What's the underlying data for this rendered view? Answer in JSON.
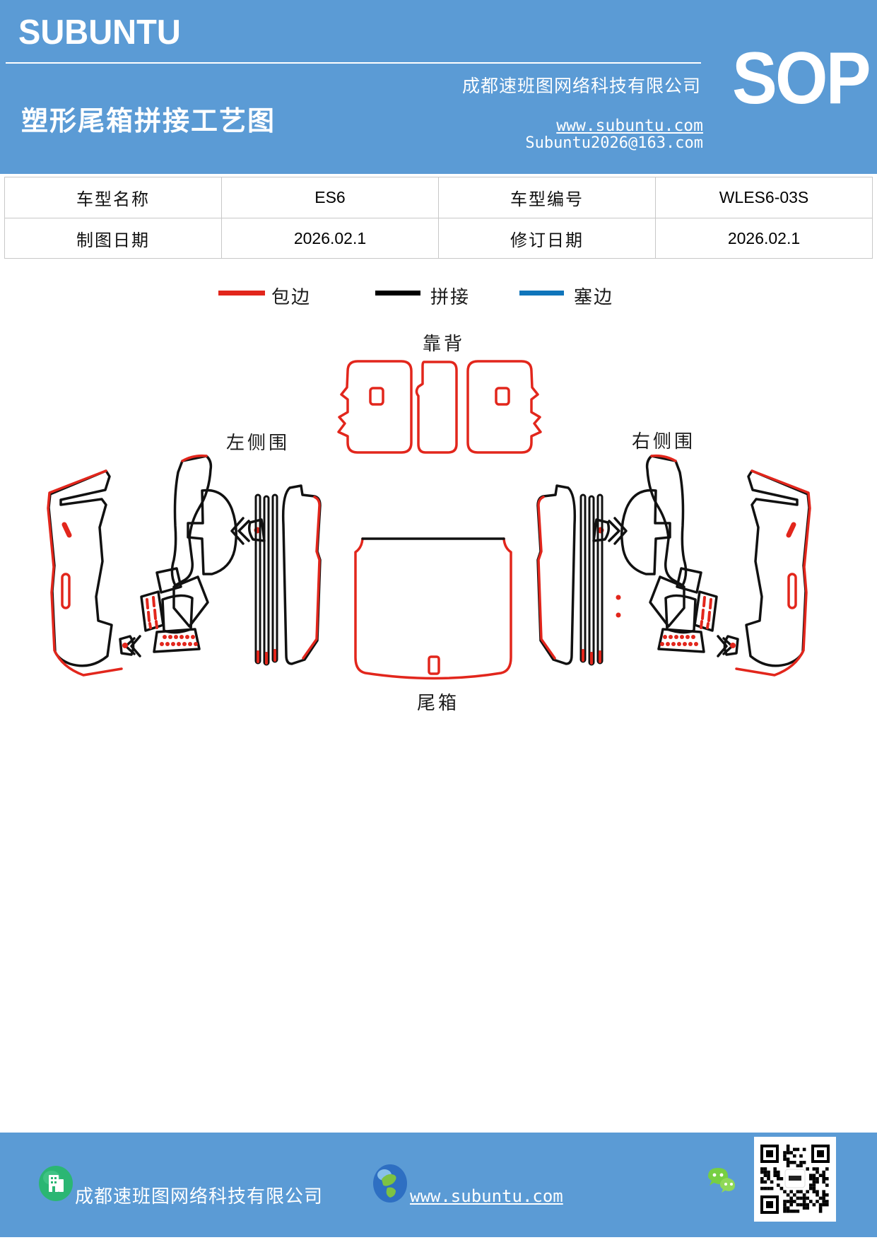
{
  "header": {
    "logo": "SUBUNTU",
    "title": "塑形尾箱拼接工艺图",
    "company": "成都速班图网络科技有限公司",
    "website": "www.subuntu.com",
    "email": "Subuntu2026@163.com",
    "doc_type": "SOP",
    "bg_color": "#5B9BD5"
  },
  "info_table": {
    "model_name_label": "车型名称",
    "model_name_value": "ES6",
    "model_code_label": "车型编号",
    "model_code_value": "WLES6-03S",
    "draw_date_label": "制图日期",
    "draw_date_value": "2026.02.1",
    "revise_date_label": "修订日期",
    "revise_date_value": "2026.02.1"
  },
  "legend": {
    "items": [
      {
        "label": "包边",
        "color": "#E2261C"
      },
      {
        "label": "拼接",
        "color": "#000000"
      },
      {
        "label": "塞边",
        "color": "#0F75BB"
      }
    ]
  },
  "diagram": {
    "labels": {
      "backrest": "靠背",
      "left_side": "左侧围",
      "right_side": "右侧围",
      "trunk": "尾箱"
    },
    "line_colors": {
      "wrap_edge_red": "#E2261C",
      "splice_black": "#1a1a1a",
      "plug_edge_blue": "#0F75BB"
    }
  },
  "footer": {
    "company": "成都速班图网络科技有限公司",
    "website": "www.subuntu.com",
    "icons": [
      "building-icon",
      "globe-icon",
      "wechat-icon",
      "qr-code"
    ]
  }
}
